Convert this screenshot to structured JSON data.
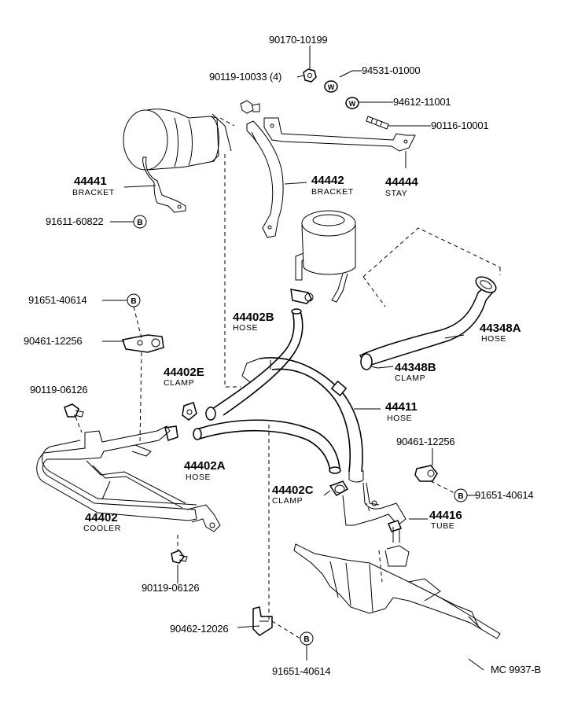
{
  "labels": {
    "p90170": "90170-10199",
    "p90119a": "90119-10033 (4)",
    "p94531": "94531-01000",
    "p94612": "94612-11001",
    "p90116": "90116-10001",
    "p44441": "44441",
    "p44441_name": "BRACKET",
    "p44442": "44442",
    "p44442_name": "BRACKET",
    "p44444": "44444",
    "p44444_name": "STAY",
    "p91611": "91611-60822",
    "p91651a": "91651-40614",
    "p90461a": "90461-12256",
    "p44402B": "44402B",
    "p44402B_name": "HOSE",
    "p44348A": "44348A",
    "p44348A_name": "HOSE",
    "p44348B": "44348B",
    "p44348B_name": "CLAMP",
    "p44402E": "44402E",
    "p44402E_name": "CLAMP",
    "p90119b": "90119-06126",
    "p44411": "44411",
    "p44411_name": "HOSE",
    "p90461b": "90461-12256",
    "p44402A": "44402A",
    "p44402A_name": "HOSE",
    "p44402C": "44402C",
    "p44402C_name": "CLAMP",
    "p91651b": "91651-40614",
    "p44416": "44416",
    "p44416_name": "TUBE",
    "p44402": "44402",
    "p44402_name": "COOLER",
    "p90119c": "90119-06126",
    "p90462": "90462-12026",
    "p91651c": "91651-40614",
    "ref": "MC  9937-B"
  },
  "markers": {
    "b": "B",
    "w": "W"
  }
}
